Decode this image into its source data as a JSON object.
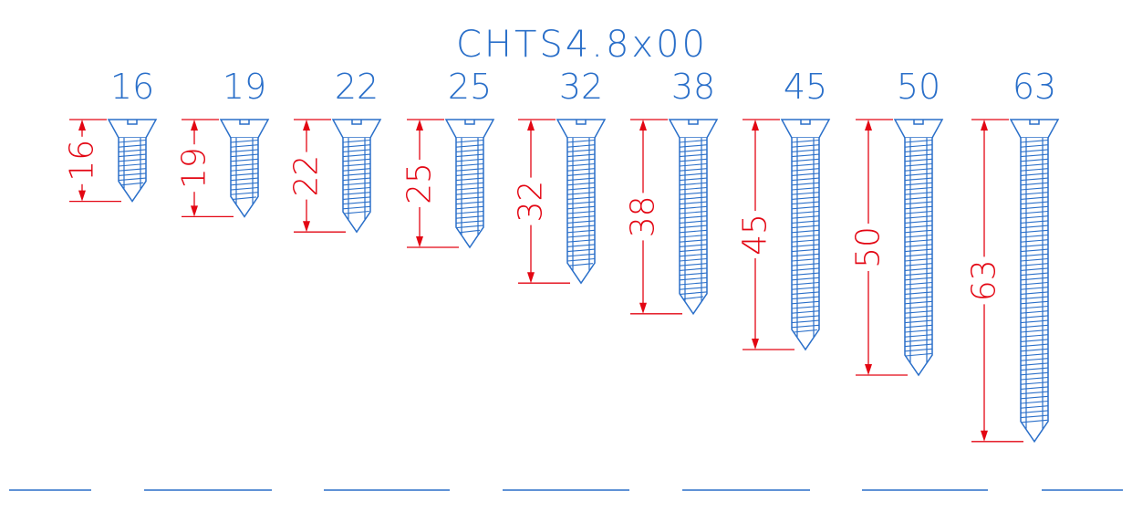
{
  "title": "CHTS4.8x00",
  "colors": {
    "screw": "#2a6fc9",
    "dimension": "#e30613",
    "text": "#2a6fc9"
  },
  "screws": [
    {
      "label": "16",
      "length": "16"
    },
    {
      "label": "19",
      "length": "19"
    },
    {
      "label": "22",
      "length": "22"
    },
    {
      "label": "25",
      "length": "25"
    },
    {
      "label": "32",
      "length": "32"
    },
    {
      "label": "38",
      "length": "38"
    },
    {
      "label": "45",
      "length": "45"
    },
    {
      "label": "50",
      "length": "50"
    },
    {
      "label": "63",
      "length": "63"
    }
  ]
}
